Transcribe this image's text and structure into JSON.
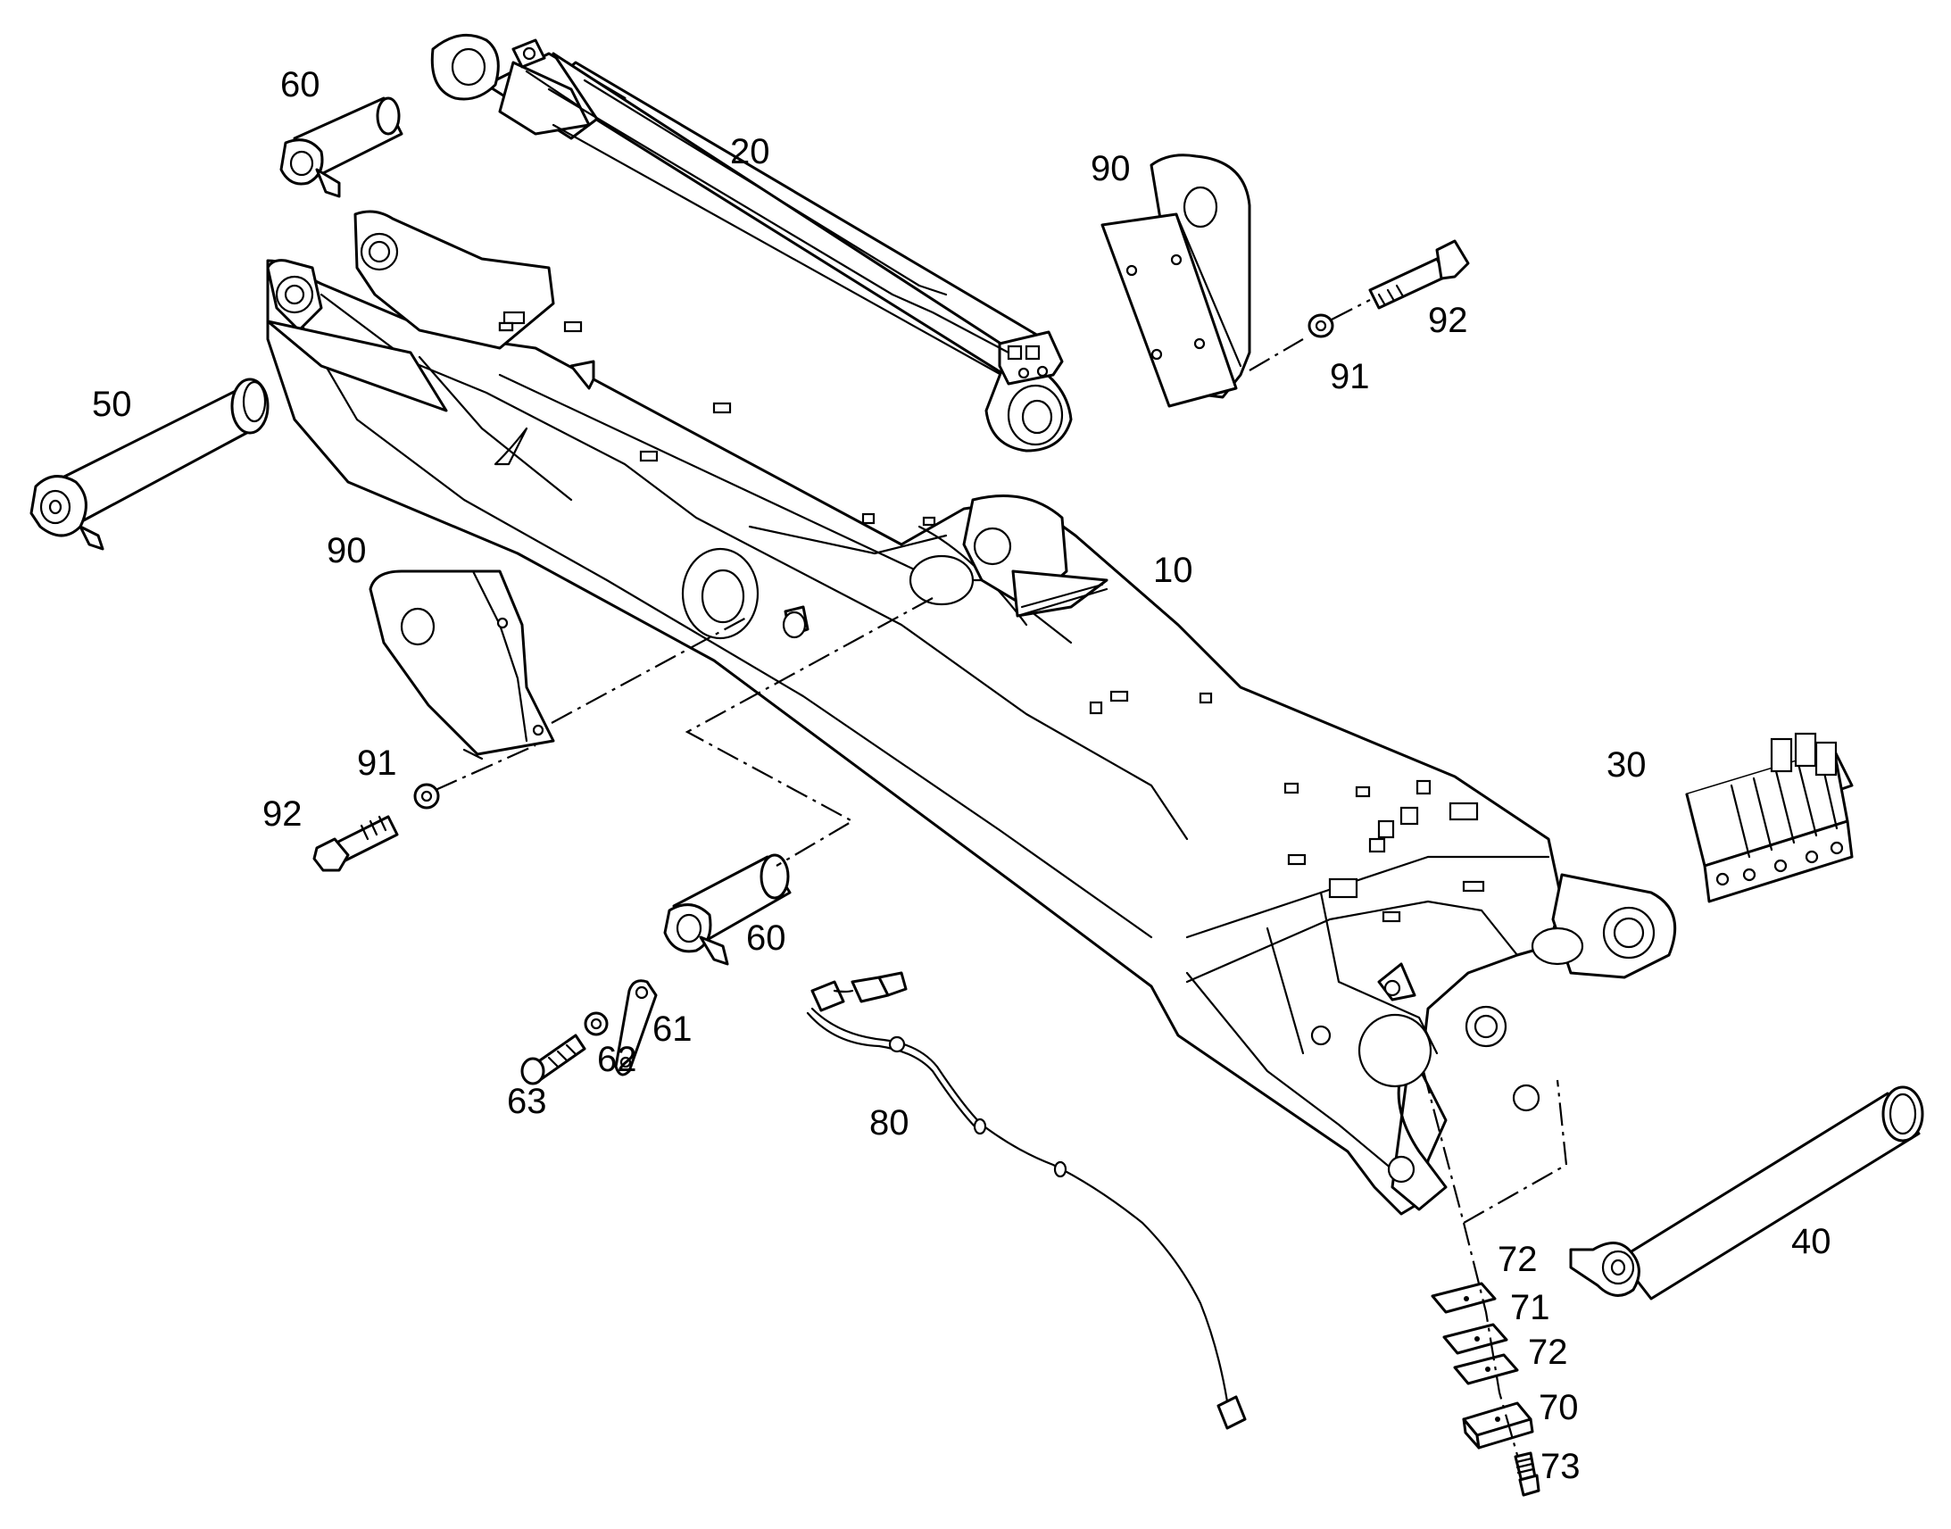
{
  "diagram": {
    "callouts": [
      {
        "id": "c10",
        "text": "10"
      },
      {
        "id": "c20",
        "text": "20"
      },
      {
        "id": "c30",
        "text": "30"
      },
      {
        "id": "c40",
        "text": "40"
      },
      {
        "id": "c50",
        "text": "50"
      },
      {
        "id": "c60a",
        "text": "60"
      },
      {
        "id": "c60b",
        "text": "60"
      },
      {
        "id": "c61",
        "text": "61"
      },
      {
        "id": "c62",
        "text": "62"
      },
      {
        "id": "c63",
        "text": "63"
      },
      {
        "id": "c70",
        "text": "70"
      },
      {
        "id": "c71",
        "text": "71"
      },
      {
        "id": "c72a",
        "text": "72"
      },
      {
        "id": "c72b",
        "text": "72"
      },
      {
        "id": "c73",
        "text": "73"
      },
      {
        "id": "c80",
        "text": "80"
      },
      {
        "id": "c90a",
        "text": "90"
      },
      {
        "id": "c90b",
        "text": "90"
      },
      {
        "id": "c91a",
        "text": "91"
      },
      {
        "id": "c91b",
        "text": "91"
      },
      {
        "id": "c92a",
        "text": "92"
      },
      {
        "id": "c92b",
        "text": "92"
      }
    ]
  }
}
